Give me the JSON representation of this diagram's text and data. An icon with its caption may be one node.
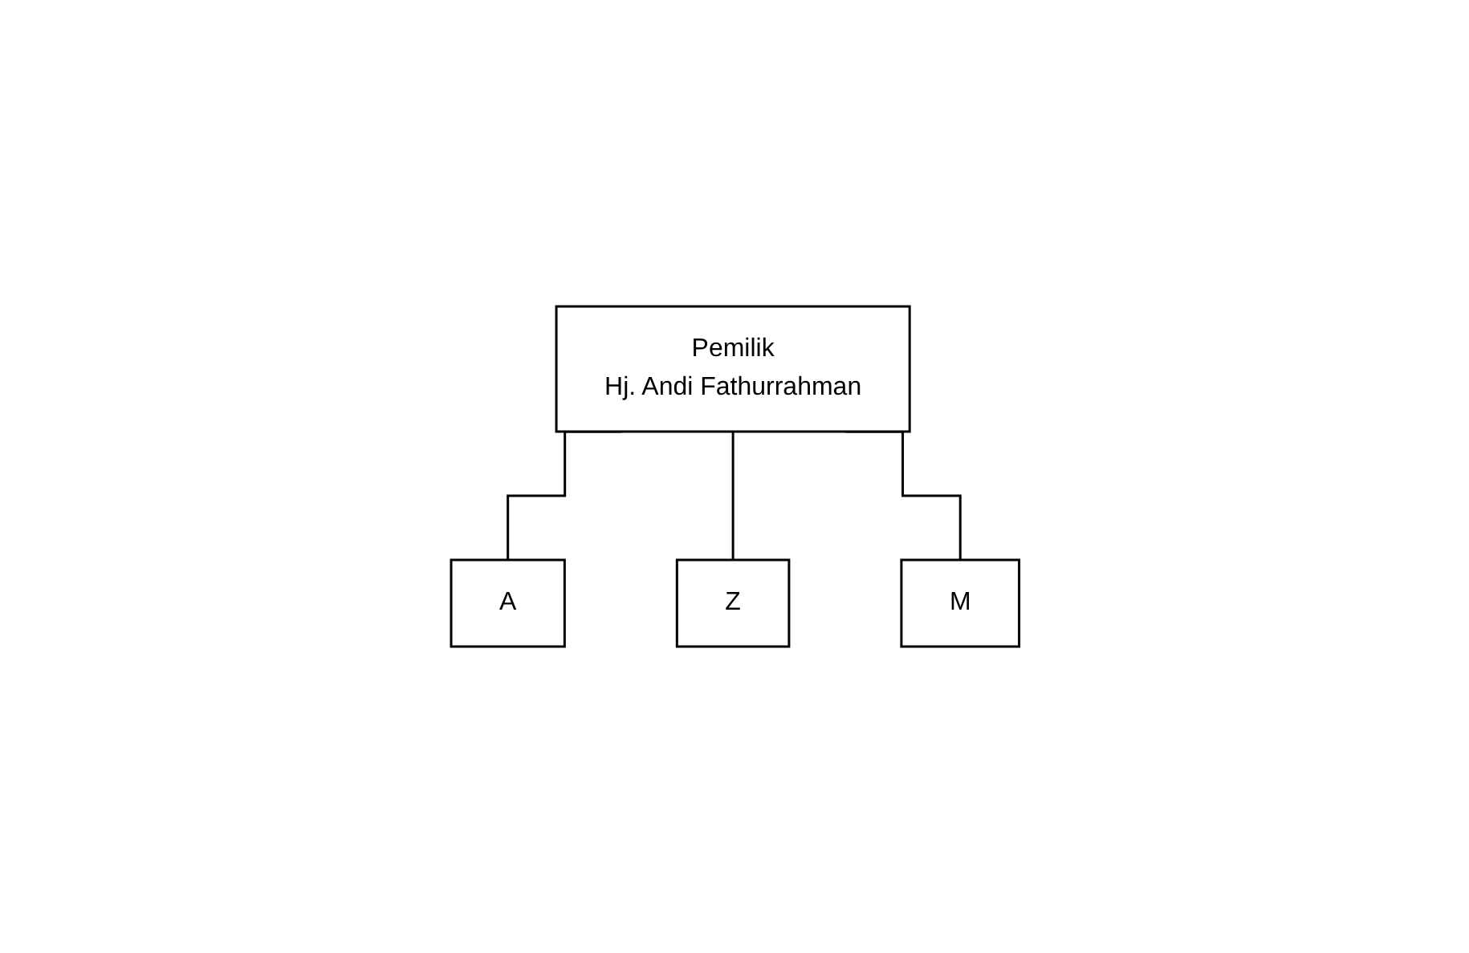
{
  "diagram": {
    "nodes": [
      {
        "text": [
          "Pemilik",
          "Hj. Andi Fathurrahman"
        ]
      },
      {
        "text": [
          "A"
        ]
      },
      {
        "text": [
          "Z"
        ]
      },
      {
        "text": [
          "M"
        ]
      }
    ],
    "edges": [
      {
        "from": 0,
        "to": 1,
        "arrow": "none"
      },
      {
        "from": 0,
        "to": 2,
        "arrow": "none"
      },
      {
        "from": 0,
        "to": 3,
        "arrow": "none"
      }
    ]
  }
}
